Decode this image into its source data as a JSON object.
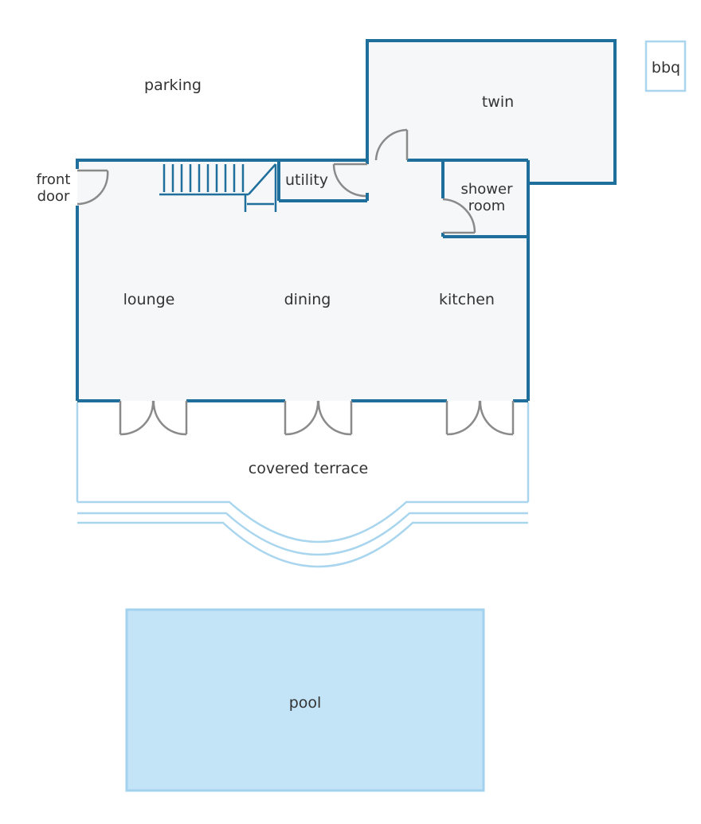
{
  "rooms": {
    "parking": "parking",
    "twin": "twin",
    "bbq": "bbq",
    "front_door_line1": "front",
    "front_door_line2": "door",
    "utility": "utility",
    "shower_room_line1": "shower",
    "shower_room_line2": "room",
    "lounge": "lounge",
    "dining": "dining",
    "kitchen": "kitchen",
    "covered_terrace": "covered terrace",
    "pool": "pool"
  },
  "colors": {
    "wall": "#1f6f9c",
    "light_wall": "#a9d6ee",
    "floor": "#f6f7f8",
    "door": "#8a8a8a",
    "pool_fill": "#c3e3f6",
    "pool_border": "#a3d2ef",
    "text": "#333333"
  }
}
